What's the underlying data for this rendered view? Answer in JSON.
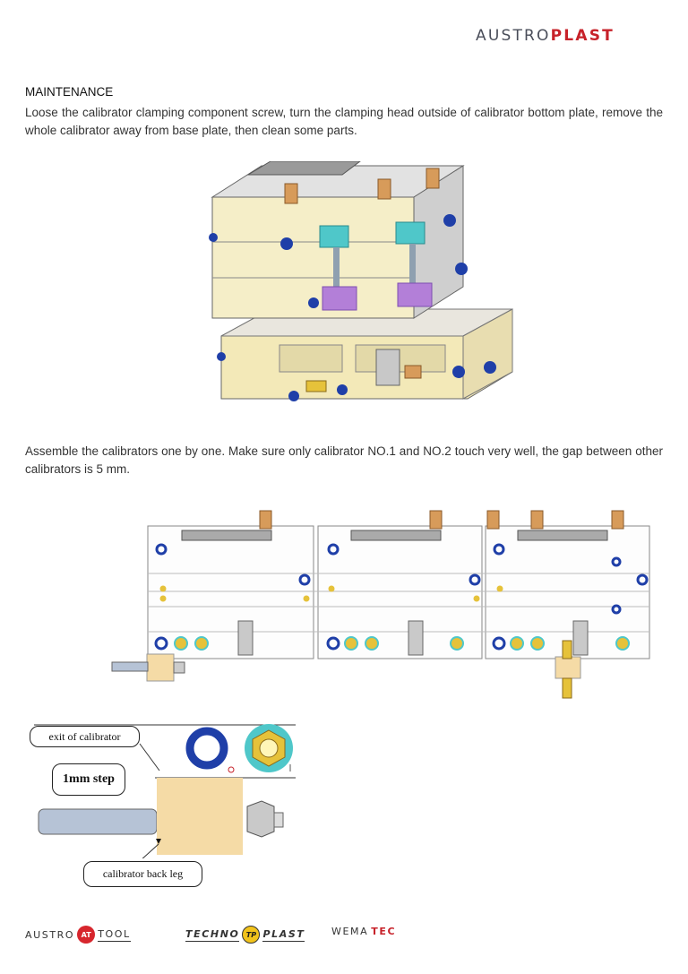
{
  "header": {
    "logo_part1": "AUSTRO",
    "logo_part2": "PLAST"
  },
  "content": {
    "section_title": "MAINTENANCE",
    "paragraph1": "Loose the calibrator clamping component screw, turn the clamping head outside of calibrator bottom plate, remove the whole calibrator away from base plate, then clean some parts.",
    "paragraph2": "Assemble the calibrators one by one. Make sure only calibrator NO.1 and NO.2 touch very well, the gap between other calibrators is 5 mm."
  },
  "detail_callouts": {
    "exit": "exit of calibrator",
    "step": "1mm step",
    "back_leg": "calibrator back leg"
  },
  "footer": {
    "logo1_left": "AUSTRO",
    "logo1_badge": "AT",
    "logo1_right": "TOOL",
    "logo2_left": "TECHNO",
    "logo2_badge": "TP",
    "logo2_right": "PLAST",
    "logo3_left": "WEMA",
    "logo3_right": "TEC"
  },
  "colors": {
    "brand_red": "#c7222a",
    "brand_gray": "#4a4e5a",
    "part_cream": "#f3e9b8",
    "part_cyan": "#4fc7c9",
    "part_purple": "#b37fd8",
    "fitting_blue": "#1f3fa8",
    "brass": "#d79b5a"
  }
}
